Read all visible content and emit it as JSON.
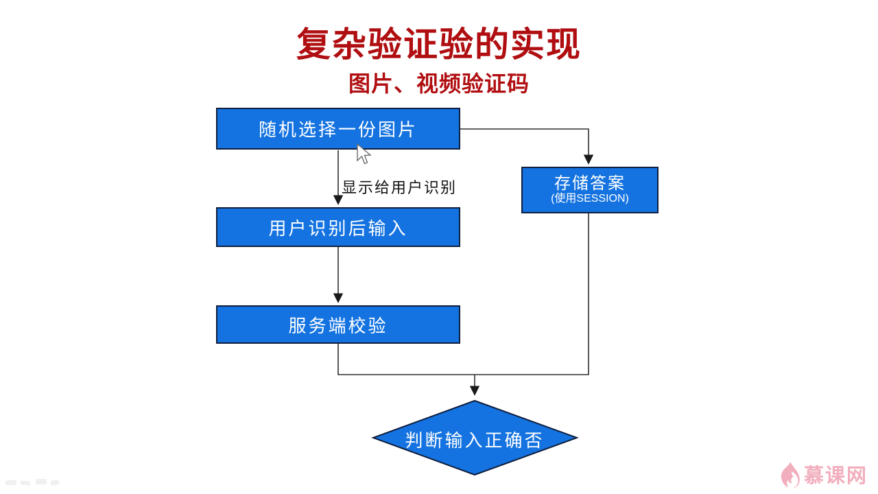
{
  "title": {
    "text": "复杂验证验的实现",
    "subtitle": "图片、视频验证码",
    "color": "#b00e11"
  },
  "flowchart": {
    "node_fill": "#1473e0",
    "node_border": "#0f1e3d",
    "line_color": "#2f2f2f",
    "nodes": [
      {
        "id": "pick-image",
        "label": "随机选择一份图片"
      },
      {
        "id": "user-input",
        "label": "用户识别后输入"
      },
      {
        "id": "server-check",
        "label": "服务端校验"
      },
      {
        "id": "store-answer",
        "label": "存储答案",
        "sublabel": "(使用SESSION)"
      },
      {
        "id": "judge-input",
        "label": "判断输入正确否"
      }
    ],
    "edge_label": "显示给用户识别"
  },
  "watermark": {
    "brand": "慕课网",
    "color": "#f2aebc"
  }
}
